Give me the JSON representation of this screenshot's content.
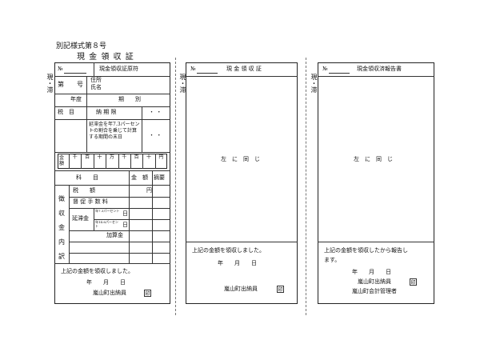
{
  "header": {
    "form_number": "別記様式第８号",
    "title": "現 金 領 収 証"
  },
  "side_label": "現・滞",
  "slip1": {
    "no_label": "№",
    "stub_title": "現金領収証原符",
    "row_number_label": "第　　号",
    "address_label": "住所",
    "name_label": "氏名",
    "year_label": "年度",
    "category_label": "期　　別",
    "tax_label": "税　目",
    "deadline_label": "納 期 限",
    "deadline_dots": "・ ・",
    "late_fee_text": "延滞金を年7.3パーセントの割合を乗じて計算する期間の末日",
    "late_fee_dots": "・ ・",
    "amount_label": "金額",
    "digits": [
      "千",
      "百",
      "十",
      "万",
      "千",
      "百",
      "十",
      "円"
    ],
    "col_item": "科　　目",
    "col_amount": "金　額",
    "col_note": "摘要",
    "vertical_label": "徴収金内訳",
    "row_tax": "税　　額",
    "row_tax_yen": "円",
    "row_fee": "督 促 手 数 料",
    "late_label": "延滞金",
    "late_73": "年7.3パーセント",
    "late_146": "年14.6パーセント",
    "day_label": "日",
    "addition": "加算金",
    "received_text": "上記の金額を領収しました。",
    "date_text": "年　　月　　日",
    "treasurer": "嵐山町出納員",
    "seal": "印"
  },
  "slip2": {
    "no_label": "№",
    "title": "現 金 領 収 証",
    "same_left": "左　に　同　じ",
    "received_text": "上記の金額を領収しました。",
    "date_text": "年　　月　　日",
    "treasurer": "嵐山町出納員",
    "seal": "印"
  },
  "slip3": {
    "no_label": "№",
    "title": "現金領収済報告書",
    "same_left": "左　に　同　じ",
    "report_text_1": "上記の金額を領収したから報告し",
    "report_text_2": "ます。",
    "date_text": "年　　月　　日",
    "treasurer": "嵐山町出納員",
    "seal": "印",
    "manager": "嵐山町会計管理者"
  }
}
